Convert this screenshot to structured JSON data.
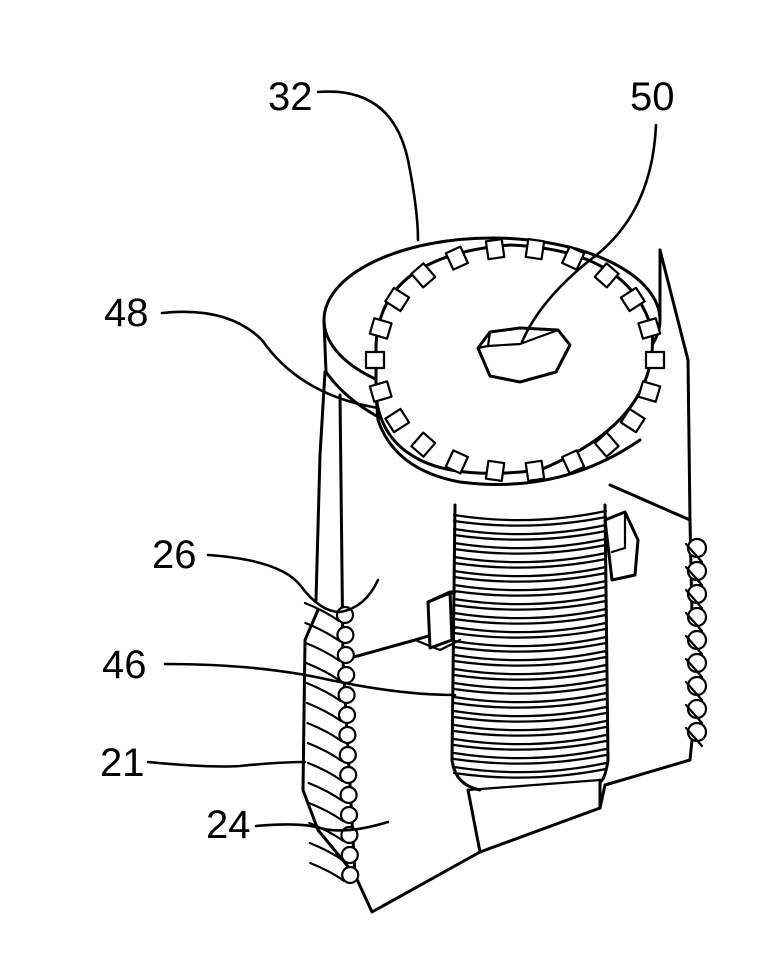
{
  "figure": {
    "reference_numerals": {
      "r32": "32",
      "r50": "50",
      "r48": "48",
      "r26": "26",
      "r46": "46",
      "r21": "21",
      "r24": "24"
    }
  }
}
